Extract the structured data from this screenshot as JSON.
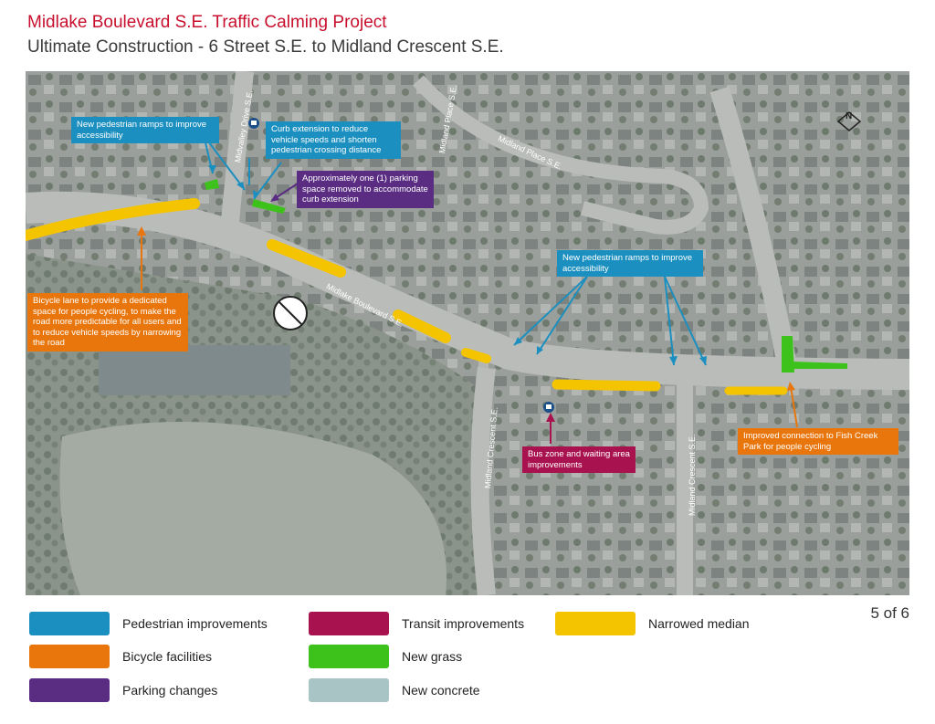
{
  "header": {
    "title": "Midlake Boulevard S.E. Traffic Calming Project",
    "subtitle": "Ultimate Construction - 6 Street S.E. to Midland Crescent S.E."
  },
  "map": {
    "streets": {
      "midvalley": "Midvalley Drive S.E.",
      "midland_place_v": "Midland Place S.E.",
      "midland_place_h": "Midland Place S.E.",
      "midlake": "Midlake Boulevard S.E.",
      "midland_crescent_1": "Midland Crescent S.E.",
      "midland_crescent_2": "Midland Crescent S.E."
    },
    "callouts": {
      "ped_ramps_1": "New pedestrian ramps to improve accessibility",
      "curb_extension": "Curb extension to reduce vehicle speeds and shorten pedestrian crossing distance",
      "parking_removed": "Approximately one (1) parking space removed to accommodate curb extension",
      "bicycle_lane": "Bicycle lane to provide a dedicated space for people cycling, to make the road more predictable for all users and to reduce vehicle speeds by narrowing the road",
      "ped_ramps_2": "New pedestrian ramps to improve accessibility",
      "bus_zone": "Bus zone and waiting area improvements",
      "fish_creek": "Improved connection to Fish Creek Park for people cycling"
    },
    "north_arrow_label": "N"
  },
  "legend": [
    {
      "label": "Pedestrian improvements",
      "color": "#1b8fbf"
    },
    {
      "label": "Bicycle facilities",
      "color": "#e8760c"
    },
    {
      "label": "Parking changes",
      "color": "#5a2d82"
    },
    {
      "label": "Transit improvements",
      "color": "#a8124f"
    },
    {
      "label": "New grass",
      "color": "#3dc21b"
    },
    {
      "label": "New concrete",
      "color": "#a9c4c4"
    },
    {
      "label": "Narrowed median",
      "color": "#f5c400"
    }
  ],
  "page": "5 of 6"
}
